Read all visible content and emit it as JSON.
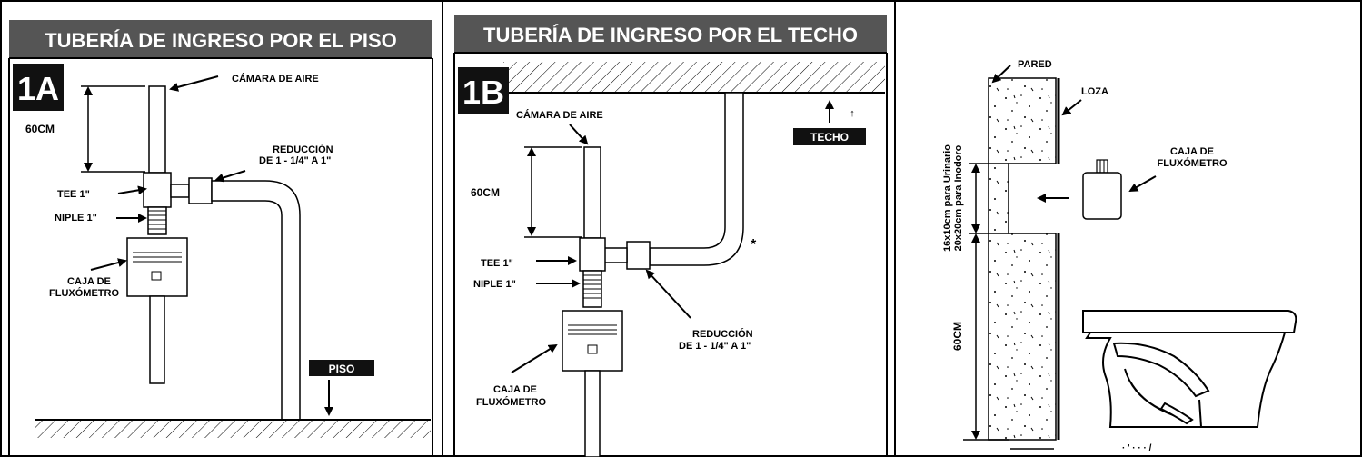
{
  "panel_1a": {
    "title": "TUBERÍA DE INGRESO POR EL PISO",
    "badge": "1A",
    "air_chamber": "CÁMARA DE AIRE",
    "height": "60CM",
    "reduction_line1": "REDUCCIÓN",
    "reduction_line2": "DE 1 - 1/4\" A 1\"",
    "tee": "TEE 1\"",
    "nipple": "NIPLE 1\"",
    "box_line1": "CAJA DE",
    "box_line2": "FLUXÓMETRO",
    "floor": "PISO"
  },
  "panel_1b": {
    "title": "TUBERÍA DE INGRESO POR EL TECHO",
    "badge": "1B",
    "air_chamber": "CÁMARA DE AIRE",
    "height": "60CM",
    "ceiling": "TECHO",
    "asterisk": "*",
    "tee": "TEE 1\"",
    "nipple": "NIPLE 1\"",
    "reduction_line1": "REDUCCIÓN",
    "reduction_line2": "DE 1 - 1/4\" A 1\"",
    "box_line1": "CAJA DE",
    "box_line2": "FLUXÓMETRO"
  },
  "panel_3": {
    "wall": "PARED",
    "tile": "LOZA",
    "box_line1": "CAJA DE",
    "box_line2": "FLUXÓMETRO",
    "dim_line1": "16x10cm para Urinario",
    "dim_line2": "20x20cm para Inodoro",
    "height": "60CM"
  },
  "colors": {
    "header": "#555555",
    "frame": "#000000",
    "badge": "#111111"
  }
}
